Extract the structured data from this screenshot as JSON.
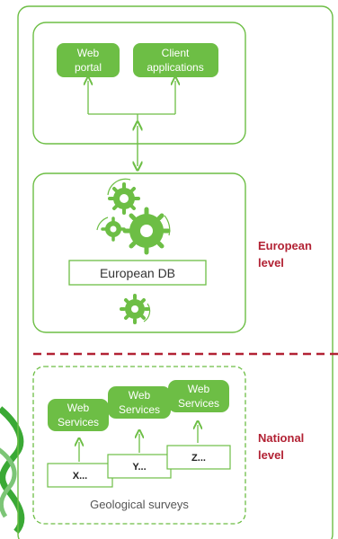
{
  "colors": {
    "green": "#6dbe45",
    "green_dark": "#5aa83a",
    "divider": "#b22234",
    "text_dark": "#333333"
  },
  "european": {
    "web_portal": [
      "Web",
      "portal"
    ],
    "client_apps": [
      "Client",
      "applications"
    ],
    "db_label": "European DB",
    "level_label": [
      "European",
      "level"
    ]
  },
  "national": {
    "web_services": [
      [
        "Web",
        "Services"
      ],
      [
        "Web",
        "Services"
      ],
      [
        "Web",
        "Services"
      ]
    ],
    "surveys": [
      "X...",
      "Y...",
      "Z..."
    ],
    "caption": "Geological surveys",
    "level_label": [
      "National",
      "level"
    ]
  },
  "icons": [
    "gear-icon",
    "refresh-arrow-icon",
    "bidirectional-arrow-icon"
  ]
}
